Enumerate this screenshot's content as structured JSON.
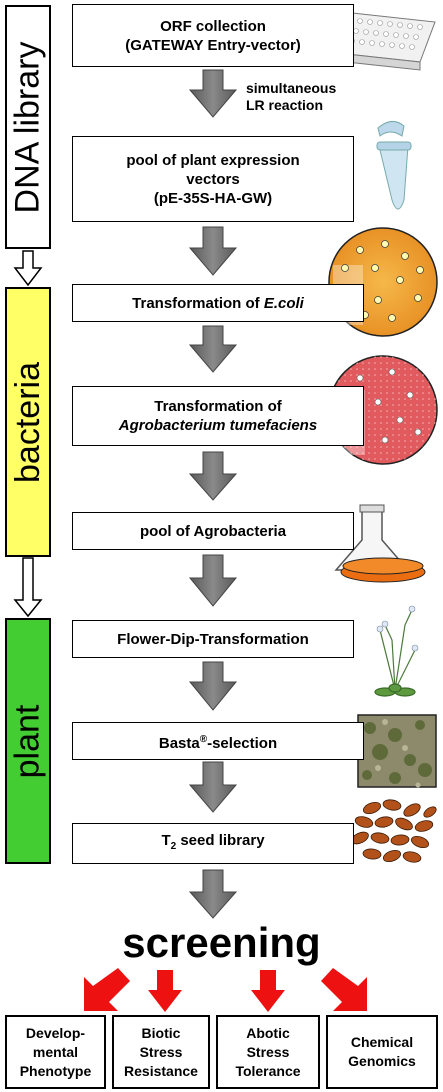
{
  "stages": {
    "dna_library": "DNA library",
    "bacteria": "bacteria",
    "plant": "plant"
  },
  "stage_colors": {
    "dna_library": "#ffffff",
    "bacteria": "#ffff66",
    "plant": "#44cc33"
  },
  "steps": {
    "orf": {
      "line1": "ORF collection",
      "line2": "(GATEWAY Entry-vector)"
    },
    "lr_note": {
      "line1": "simultaneous",
      "line2": "LR reaction"
    },
    "pool_vectors": {
      "line1": "pool of plant expression",
      "line2": "vectors",
      "line3": "(pE-35S-HA-GW)"
    },
    "transform_ecoli": {
      "prefix": "Transformation of ",
      "organism": "E.coli"
    },
    "transform_agro": {
      "line1": "Transformation of",
      "organism": "Agrobacterium tumefaciens"
    },
    "pool_agro": "pool of Agrobacteria",
    "flower_dip": "Flower-Dip-Transformation",
    "basta": {
      "name": "Basta",
      "sup": "®",
      "suffix": "-selection"
    },
    "seed_library": {
      "prefix": "T",
      "sub": "2",
      "suffix": " seed library"
    }
  },
  "screening_title": "screening",
  "outputs": [
    {
      "line1": "Develop-",
      "line2": "mental",
      "line3": "Phenotype"
    },
    {
      "line1": "Biotic",
      "line2": "Stress",
      "line3": "Resistance"
    },
    {
      "line1": "Abotic",
      "line2": "Stress",
      "line3": "Tolerance"
    },
    {
      "line1": "Chemical",
      "line2": "Genomics",
      "line3": ""
    }
  ],
  "icons": [
    "microplate-icon",
    "tube-icon",
    "ecoli-plate-icon",
    "agro-plate-icon",
    "flask-icon",
    "arabidopsis-icon",
    "seedling-tray-icon",
    "seeds-icon"
  ]
}
